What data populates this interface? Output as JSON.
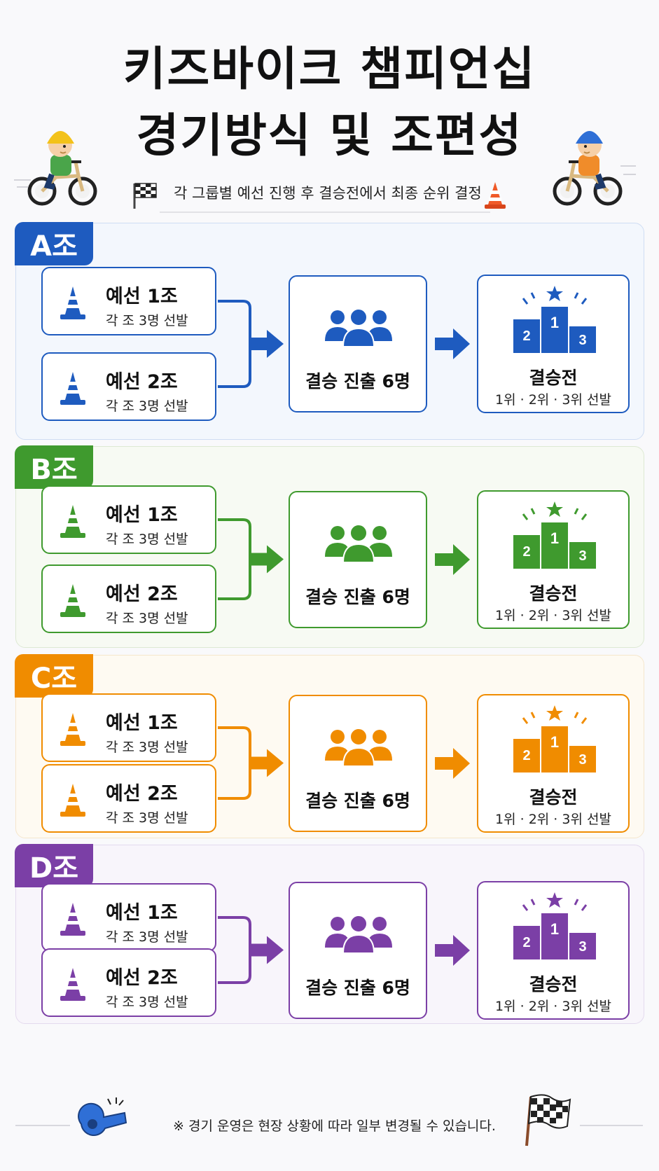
{
  "header": {
    "title_line1": "키즈바이크 챔피언십",
    "title_line2": "경기방식 및 조편성",
    "subtitle": "각 그룹별 예선 진행 후 결승전에서 최종 순위 결정"
  },
  "groups": [
    {
      "label": "A조",
      "color": "#1e5bbf",
      "bg": "#f3f7fd",
      "border": "#cfddf3",
      "heat1": {
        "title": "예선 1조",
        "sub": "각 조 3명 선발"
      },
      "heat2": {
        "title": "예선 2조",
        "sub": "각 조 3명 선발"
      },
      "qualify": "결승 진출 6명",
      "final": {
        "title": "결승전",
        "sub": "1위 · 2위 · 3위 선발",
        "places": [
          "2",
          "1",
          "3"
        ]
      }
    },
    {
      "label": "B조",
      "color": "#3f9a2e",
      "bg": "#f7faf3",
      "border": "#dde9d3",
      "heat1": {
        "title": "예선 1조",
        "sub": "각 조 3명 선발"
      },
      "heat2": {
        "title": "예선 2조",
        "sub": "각 조 3명 선발"
      },
      "qualify": "결승 진출 6명",
      "final": {
        "title": "결승전",
        "sub": "1위 · 2위 · 3위 선발",
        "places": [
          "2",
          "1",
          "3"
        ]
      }
    },
    {
      "label": "C조",
      "color": "#f08c00",
      "bg": "#fefaf2",
      "border": "#f5e6cc",
      "heat1": {
        "title": "예선 1조",
        "sub": "각 조 3명 선발"
      },
      "heat2": {
        "title": "예선 2조",
        "sub": "각 조 3명 선발"
      },
      "qualify": "결승 진출 6명",
      "final": {
        "title": "결승전",
        "sub": "1위 · 2위 · 3위 선발",
        "places": [
          "2",
          "1",
          "3"
        ]
      }
    },
    {
      "label": "D조",
      "color": "#7b3fa6",
      "bg": "#f8f5fb",
      "border": "#e4daee",
      "heat1": {
        "title": "예선 1조",
        "sub": "각 조 3명 선발"
      },
      "heat2": {
        "title": "예선 2조",
        "sub": "각 조 3명 선발"
      },
      "qualify": "결승 진출 6명",
      "final": {
        "title": "결승전",
        "sub": "1위 · 2위 · 3위 선발",
        "places": [
          "2",
          "1",
          "3"
        ]
      }
    }
  ],
  "footer": {
    "note": "※ 경기 운영은 현장 상황에 따라 일부 변경될 수 있습니다."
  },
  "icons": {
    "heat": "traffic-cone-icon",
    "qualify": "people-group-icon",
    "final": "podium-icon",
    "subtitle_left": "checkered-flag-icon",
    "subtitle_right": "traffic-cone-icon",
    "footer_left": "whistle-icon",
    "footer_right": "checkered-flag-icon"
  }
}
